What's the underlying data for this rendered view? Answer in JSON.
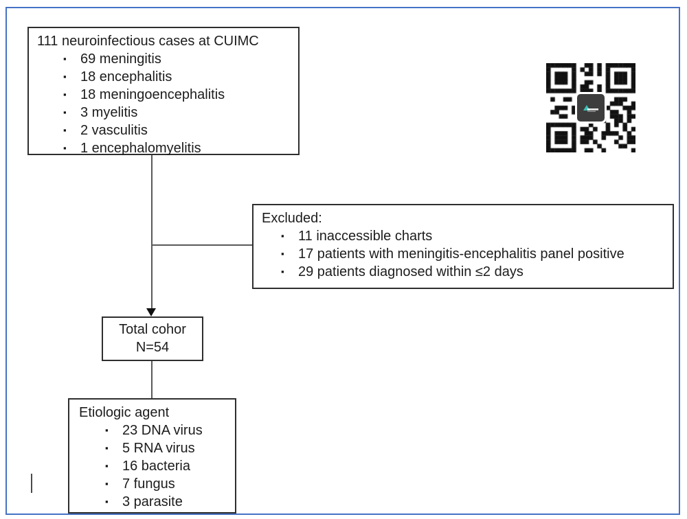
{
  "accent_color": "#4472c4",
  "flowchart": {
    "cases_box": {
      "title": "111 neuroinfectious cases at CUIMC",
      "items": [
        "69 meningitis",
        "18 encephalitis",
        "18 meningoencephalitis",
        "3 myelitis",
        "2 vasculitis",
        "1 encephalomyelitis"
      ]
    },
    "excluded_box": {
      "title": "Excluded:",
      "items": [
        "11 inaccessible charts",
        "17 patients with meningitis-encephalitis panel positive",
        "29 patients diagnosed within ≤2 days"
      ]
    },
    "total_box": {
      "line1": "Total cohor",
      "line2": "N=54"
    },
    "etiologic_box": {
      "title": "Etiologic agent",
      "items": [
        "23 DNA virus",
        "5 RNA virus",
        "16 bacteria",
        "7 fungus",
        "3 parasite"
      ]
    }
  },
  "icons": {
    "qr_code": "qr-code"
  }
}
